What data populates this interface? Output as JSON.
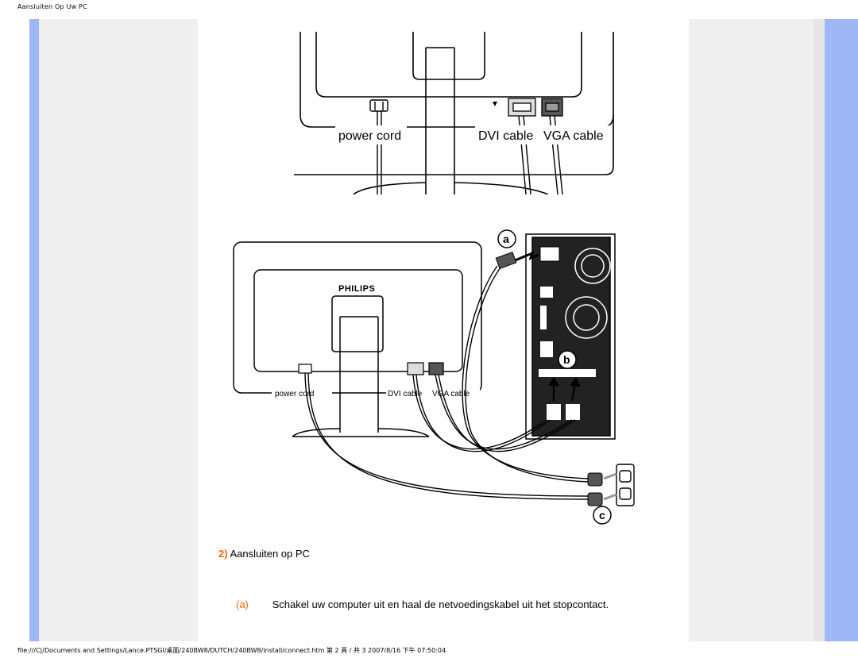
{
  "page": {
    "header_title": "Aansluiten Op Uw PC",
    "footer_path": "file:///C|/Documents and Settings/Lance.PTSGI/桌面/240BW8/DUTCH/240BW8/install/connect.htm 第 2 頁 / 共 3 2007/8/16 下午 07:50:04"
  },
  "figure_top": {
    "label_power": "power cord",
    "label_dvi": "DVI cable",
    "label_vga": "VGA cable"
  },
  "figure_bottom": {
    "brand": "PHILIPS",
    "label_power": "power cord",
    "label_dvi": "DVI cable",
    "label_vga": "VGA cable",
    "callout_a": "a",
    "callout_b": "b",
    "callout_c": "c"
  },
  "instructions": {
    "step_number": "2)",
    "step_title": "Aansluiten op PC",
    "sub_letter": "(a)",
    "sub_text": "Schakel uw computer uit en haal de netvoedingskabel uit het stopcontact."
  },
  "colors": {
    "accent_stripe": "#9db8f5",
    "side_panel": "#efefef",
    "step_number": "#ff6600"
  }
}
